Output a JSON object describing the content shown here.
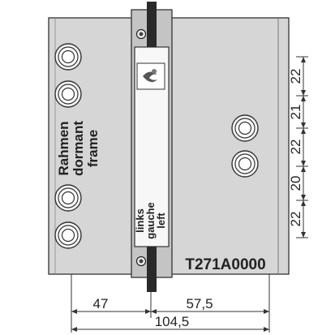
{
  "frame_label": [
    "Rahmen",
    "dormant",
    "frame"
  ],
  "side_label": [
    "links",
    "gauche",
    "left"
  ],
  "part_number": "T271A0000",
  "dimensions": {
    "bottom": {
      "left_offset": "47",
      "right_offset": "57,5",
      "total_width": "104,5"
    },
    "right_spacings": [
      "22",
      "21",
      "22",
      "20",
      "22"
    ]
  },
  "colors": {
    "plate": "#d6d6d6",
    "leaf_dark": "#b8b8b8",
    "pin": "#2a2a2a",
    "line": "#333333"
  },
  "icons": [
    "screw-hole-icon",
    "manufacturer-logo-icon"
  ]
}
